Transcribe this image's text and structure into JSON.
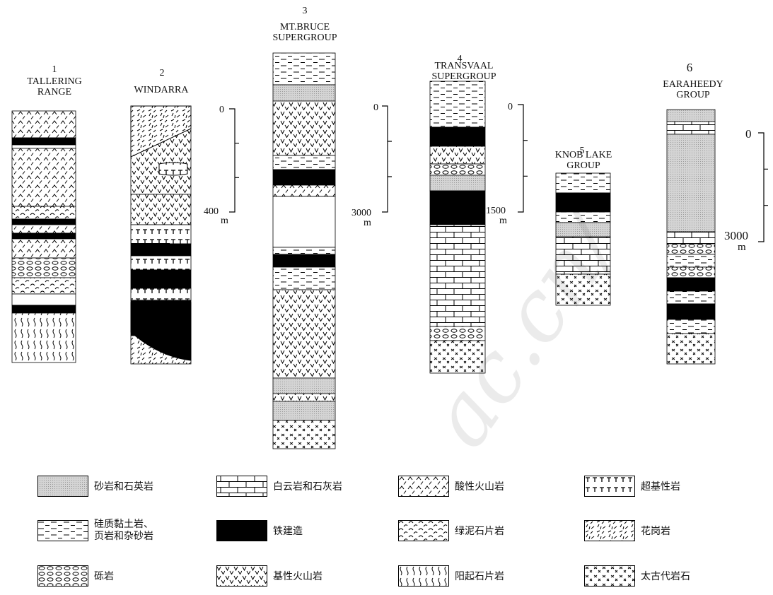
{
  "columns": [
    {
      "number": "1",
      "title_lines": [
        "TALLERING",
        "RANGE"
      ]
    },
    {
      "number": "2",
      "title_lines": [
        "WINDARRA"
      ]
    },
    {
      "number": "3",
      "title_lines": [
        "MT.BRUCE",
        "SUPERGROUP"
      ]
    },
    {
      "number": "4",
      "title_lines": [
        "TRANSVAAL",
        "SUPERGROUP"
      ]
    },
    {
      "number": "5",
      "title_lines": [
        "KNOB LAKE",
        "GROUP"
      ]
    },
    {
      "number": "6",
      "title_lines": [
        "EARAHEEDY",
        "GROUP"
      ]
    }
  ],
  "scales": [
    {
      "top": "0",
      "bottom": "400",
      "unit": "m"
    },
    {
      "top": "0",
      "bottom": "3000",
      "unit": "m"
    },
    {
      "top": "0",
      "bottom": "1500",
      "unit": "m"
    },
    {
      "top": "0",
      "bottom": "3000",
      "unit": "m"
    }
  ],
  "legend": [
    {
      "label": "砂岩和石英岩",
      "pattern": "sandstone"
    },
    {
      "label": "白云岩和石灰岩",
      "pattern": "dolomite"
    },
    {
      "label": "酸性火山岩",
      "pattern": "acid"
    },
    {
      "label": "超基性岩",
      "pattern": "ultramafic"
    },
    {
      "label": "硅质黏土岩、\n页岩和杂砂岩",
      "pattern": "shale"
    },
    {
      "label": "铁建造",
      "pattern": "iron"
    },
    {
      "label": "绿泥石片岩",
      "pattern": "chlorite"
    },
    {
      "label": "花岗岩",
      "pattern": "granite"
    },
    {
      "label": "砾岩",
      "pattern": "conglomerate"
    },
    {
      "label": "基性火山岩",
      "pattern": "basic"
    },
    {
      "label": "阳起石片岩",
      "pattern": "actinolite"
    },
    {
      "label": "太古代岩石",
      "pattern": "archean"
    }
  ],
  "watermark": "ac.cn/"
}
